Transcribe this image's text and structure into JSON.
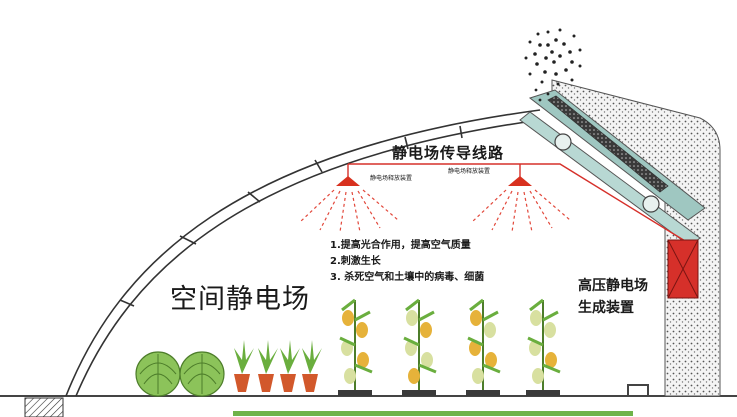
{
  "diagram": {
    "wire_title": "静电场传导线路",
    "lamp_label_1": "静电场释放装置",
    "lamp_label_2": "静电场释放装置",
    "benefits": [
      "1.提高光合作用，提高空气质量",
      "2.刺激生长",
      "3. 杀死空气和土壤中的病毒、细菌"
    ],
    "space_label": "空间静电场",
    "generator_label_line1": "高压静电场",
    "generator_label_line2": "生成装置"
  },
  "colors": {
    "red_wire": "#d6302a",
    "lamp_red": "#d8311f",
    "panel_teal": "#9fc7c1",
    "ground_green": "#6fb34a",
    "leaf_green": "#6aae3e",
    "carrot_orange": "#d2582b"
  }
}
